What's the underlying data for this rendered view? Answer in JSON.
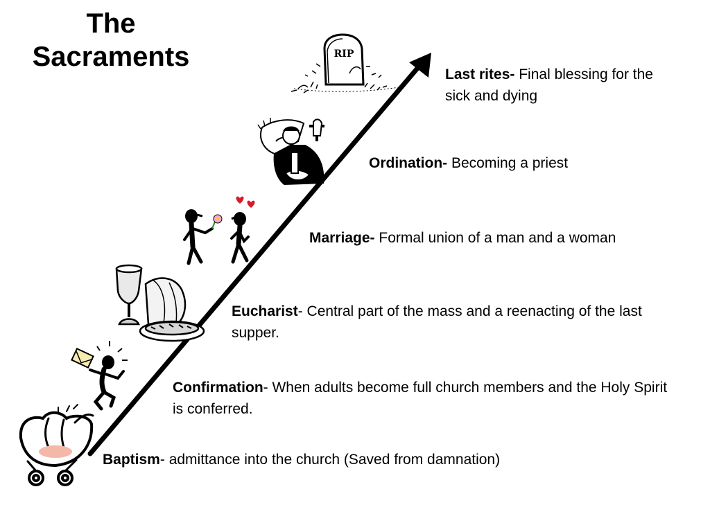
{
  "title": {
    "line1": "The",
    "line2": "Sacraments"
  },
  "sacraments": [
    {
      "name": "Baptism",
      "separator": "- ",
      "description": "admittance into the church (Saved from damnation)",
      "icon": "baby-carriage-icon"
    },
    {
      "name": "Confirmation",
      "separator": "- ",
      "description": "When adults become full church members and the Holy Spirit is conferred.",
      "icon": "stick-figure-letter-icon"
    },
    {
      "name": "Eucharist",
      "separator": "- ",
      "description": "Central part of the mass and a reenacting of the last supper.",
      "icon": "chalice-bread-icon"
    },
    {
      "name": "Marriage-",
      "separator": " ",
      "description": "Formal union of a man and a woman",
      "icon": "couple-hearts-icon"
    },
    {
      "name": "Ordination-",
      "separator": " ",
      "description": "Becoming a priest",
      "icon": "priest-icon"
    },
    {
      "name": "Last rites-",
      "separator": " ",
      "description": "Final blessing for the sick and dying",
      "icon": "tombstone-icon"
    }
  ],
  "tombstone_text": "RIP",
  "colors": {
    "arrow": "#000000",
    "text": "#000000",
    "blush": "#f4b8a8",
    "heart": "#d81a2a",
    "flower": "#f7a8d0",
    "envelope": "#f7ecb0"
  }
}
